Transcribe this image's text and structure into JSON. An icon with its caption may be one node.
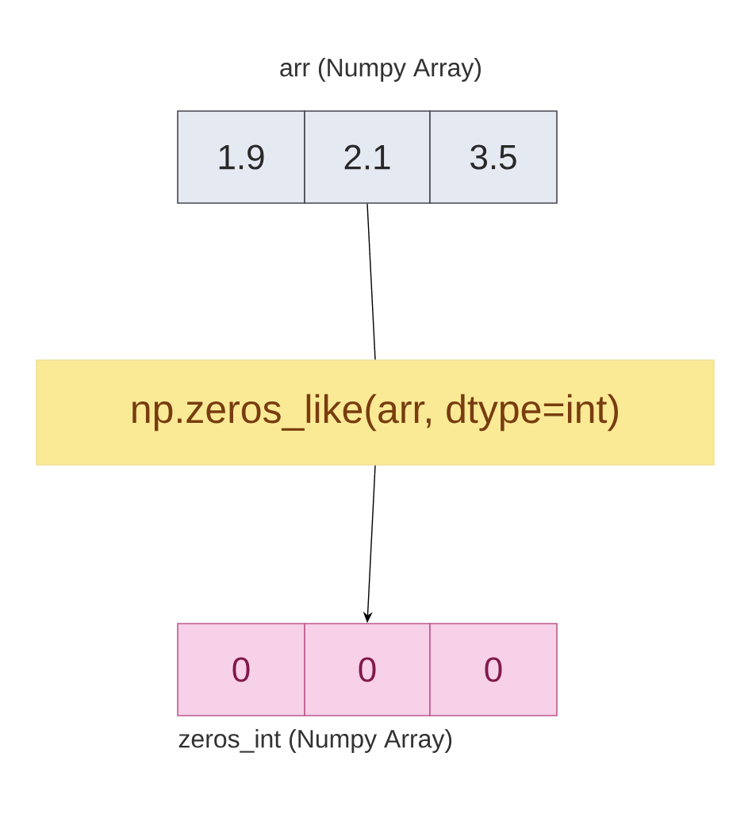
{
  "diagram": {
    "nodes": [
      {
        "text": [
          "1.9"
        ]
      },
      {
        "text": [
          "2.1"
        ]
      },
      {
        "text": [
          "3.5"
        ]
      },
      {
        "text": [
          "np.zeros_like(arr, dtype=int)"
        ]
      },
      {
        "text": [
          "0"
        ]
      },
      {
        "text": [
          "0"
        ]
      },
      {
        "text": [
          "0"
        ]
      }
    ],
    "edges": [
      {
        "from": 1,
        "to": 3,
        "arrow": "none"
      },
      {
        "from": 3,
        "to": 5,
        "arrow": "to"
      }
    ],
    "labels": [
      "arr (Numpy Array)",
      "zeros_int (Numpy Array)"
    ]
  }
}
